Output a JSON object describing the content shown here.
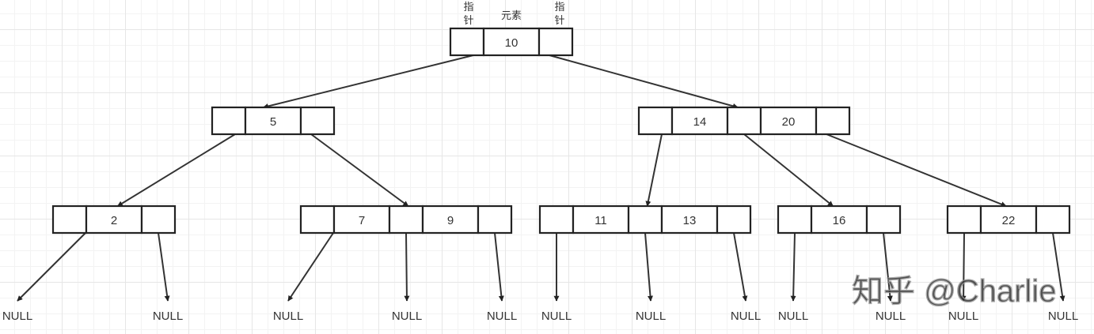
{
  "annotations": {
    "left_pointer": "指针",
    "element": "元素",
    "right_pointer": "指针"
  },
  "nodes": [
    {
      "id": "root",
      "keys": [
        "10"
      ]
    },
    {
      "id": "n5",
      "keys": [
        "5"
      ]
    },
    {
      "id": "n14-20",
      "keys": [
        "14",
        "20"
      ]
    },
    {
      "id": "n2",
      "keys": [
        "2"
      ]
    },
    {
      "id": "n7-9",
      "keys": [
        "7",
        "9"
      ]
    },
    {
      "id": "n11-13",
      "keys": [
        "11",
        "13"
      ]
    },
    {
      "id": "n16",
      "keys": [
        "16"
      ]
    },
    {
      "id": "n22",
      "keys": [
        "22"
      ]
    }
  ],
  "null_label": "NULL",
  "watermark": "知乎 @Charlie"
}
